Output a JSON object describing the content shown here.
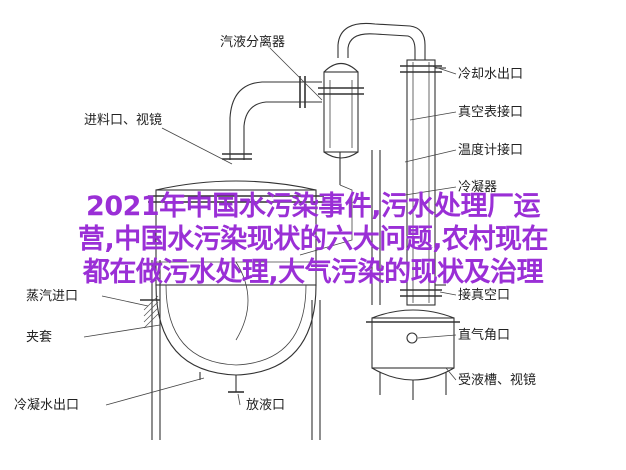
{
  "labels": {
    "vapor_separator": "汽液分离器",
    "coolant_outlet": "冷却水出口",
    "feed_sight": "进料口、视镜",
    "vacuum_gauge": "真空表接口",
    "thermometer": "温度计接口",
    "condenser": "冷凝器",
    "steam_inlet": "蒸汽进口",
    "vacuum_port": "接真空口",
    "jacket": "夹套",
    "air_valve": "直气角口",
    "condensate_outlet": "冷凝水出口",
    "drain": "放液口",
    "receiver": "受液槽、视镜"
  },
  "overlay": {
    "line1": "2021年中国水污染事件,污水处理厂运",
    "line2": "营,中国水污染现状的六大问题,农村现在",
    "line3": "都在做污水处理,大气污染的现状及治理"
  },
  "colors": {
    "overlay": "#9a2fd6",
    "stroke": "#333333"
  }
}
